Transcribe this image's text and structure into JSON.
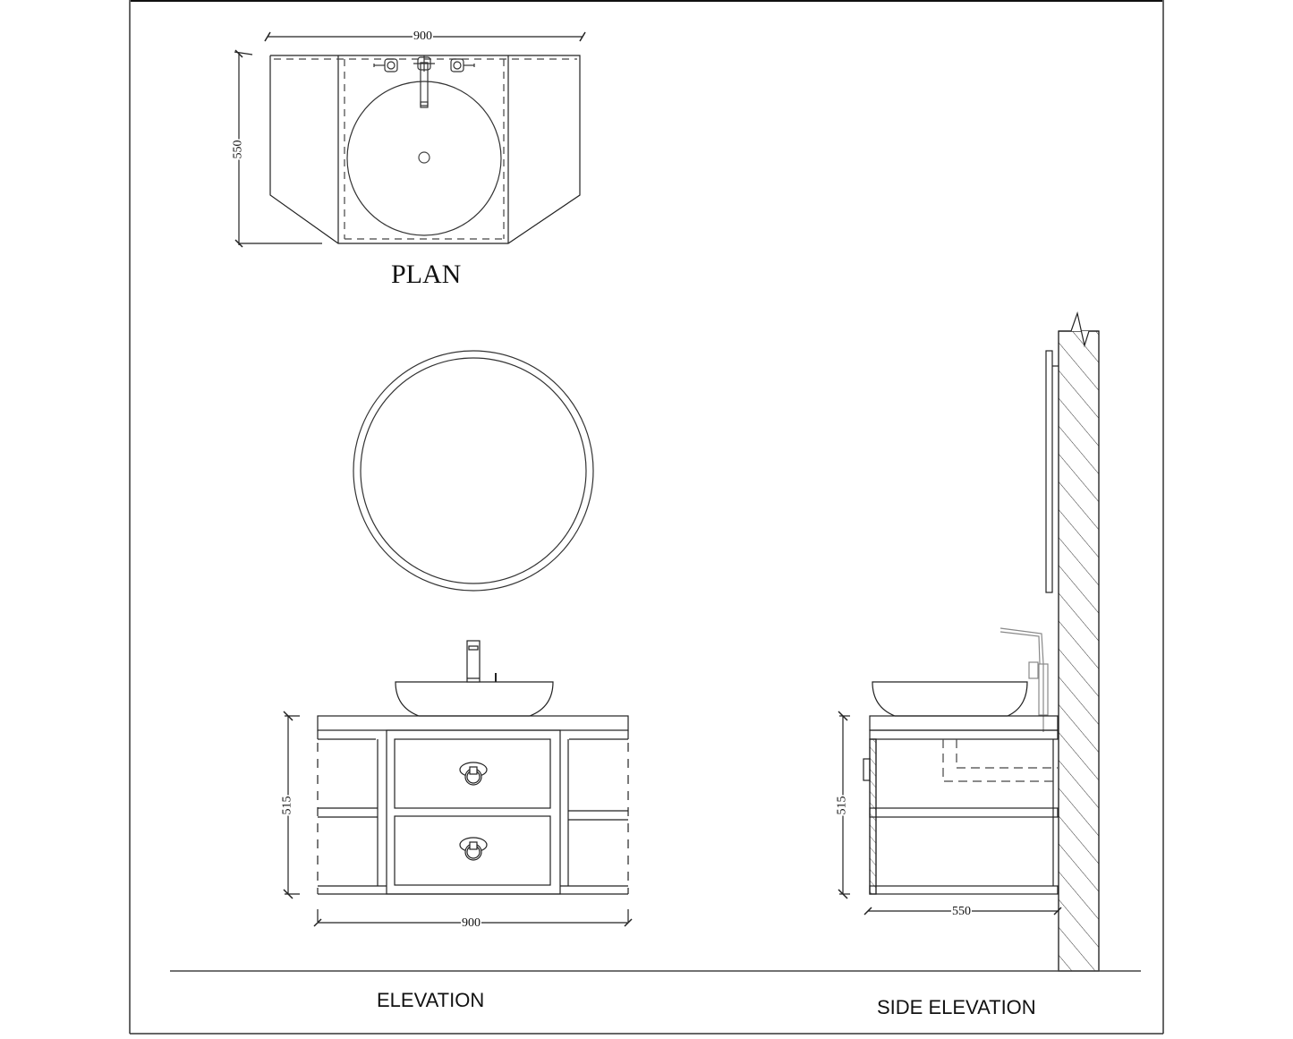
{
  "drawing": {
    "views": {
      "plan": {
        "title": "PLAN",
        "width_dim": "900",
        "depth_dim": "550"
      },
      "elevation": {
        "title": "ELEVATION",
        "height_dim": "515",
        "width_dim": "900"
      },
      "side_elevation": {
        "title": "SIDE ELEVATION",
        "height_dim": "515",
        "depth_dim": "550"
      }
    },
    "components": [
      "round mirror",
      "vessel basin",
      "pillar tap",
      "wall-hung vanity with 2 drawers",
      "side open shelves",
      "wall section (hatched)"
    ],
    "colors": {
      "line": "#222222",
      "frame": "#111111",
      "background": "#ffffff",
      "light_line": "#777777"
    }
  }
}
